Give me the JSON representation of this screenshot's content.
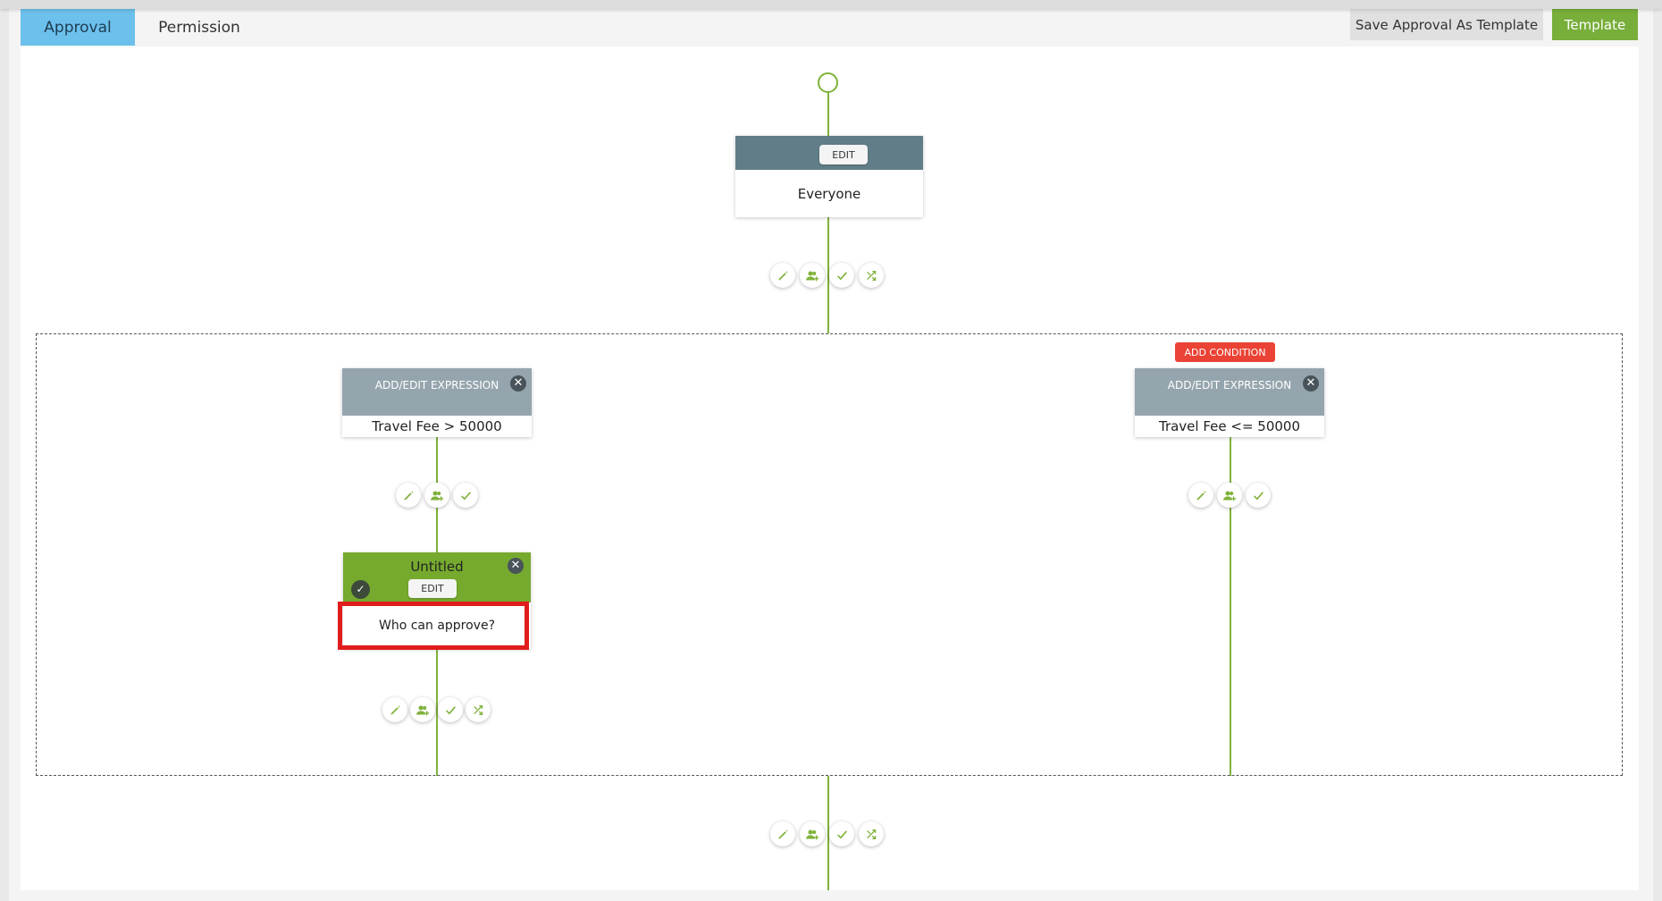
{
  "tabs": [
    {
      "label": "Approval",
      "active": true
    },
    {
      "label": "Permission",
      "active": false
    }
  ],
  "toolbar": {
    "save_template_label": "Save Approval As Template",
    "template_label": "Template"
  },
  "start_node": {
    "title": "START",
    "edit_label": "EDIT",
    "body": "Everyone"
  },
  "add_condition_label": "ADD CONDITION",
  "conditions": [
    {
      "header": "ADD/EDIT EXPRESSION",
      "expression": "Travel Fee > 50000"
    },
    {
      "header": "ADD/EDIT EXPRESSION",
      "expression": "Travel Fee <= 50000"
    }
  ],
  "approval_node": {
    "title": "Untitled",
    "edit_label": "EDIT",
    "body": "Who can approve?"
  },
  "colors": {
    "accent_green": "#7fb23a",
    "tab_active": "#6cc0ec",
    "add_condition_red": "#ea4335",
    "highlight_red": "#e01c1c"
  },
  "icons": [
    "pencil-icon",
    "add-user-icon",
    "check-icon",
    "shuffle-icon",
    "close-icon"
  ]
}
